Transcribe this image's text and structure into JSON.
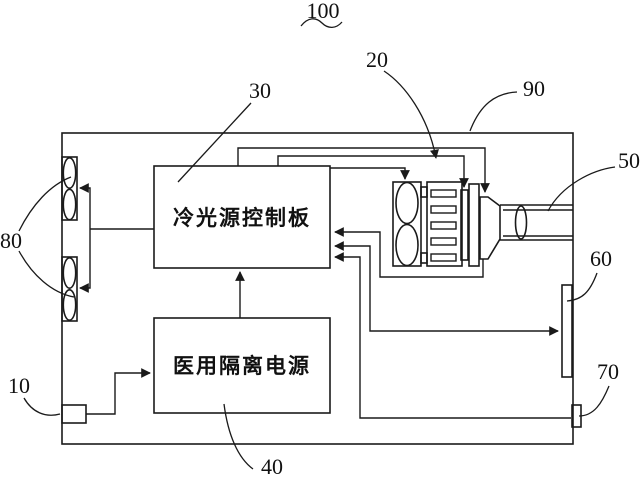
{
  "figure": {
    "type": "patent-schematic",
    "title_ref": "100",
    "colors": {
      "ink": "#1a1a1a",
      "background": "#ffffff"
    },
    "boxes": {
      "control_board": {
        "label": "冷光源控制板",
        "callout": "30"
      },
      "power_supply": {
        "label": "医用隔离电源",
        "callout": "40"
      }
    },
    "callouts": {
      "overall": "100",
      "power_inlet": "10",
      "lamp_module": "20",
      "control_board": "30",
      "power_supply": "40",
      "light_guide": "50",
      "side_port": "60",
      "bottom_port": "70",
      "case_fans": "80",
      "housing": "90"
    }
  }
}
